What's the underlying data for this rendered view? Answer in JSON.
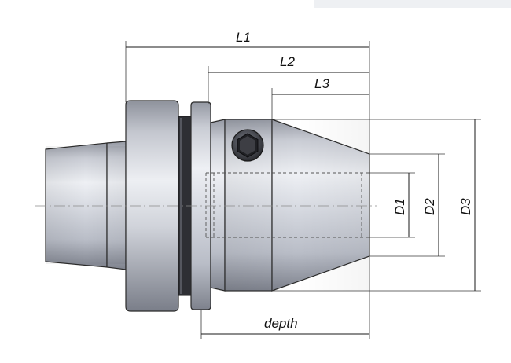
{
  "dimensions": {
    "l1": "L1",
    "l2": "L2",
    "l3": "L3",
    "d1": "D1",
    "d2": "D2",
    "d3": "D3",
    "depth": "depth"
  },
  "icons": {
    "screw": "hex-socket-screw-icon"
  },
  "colors": {
    "steel_light": "#f2f3f6",
    "steel_mid": "#c9ccd4",
    "steel_dark": "#8f939e",
    "groove": "#2e2f34",
    "line": "#1a1a1a"
  }
}
